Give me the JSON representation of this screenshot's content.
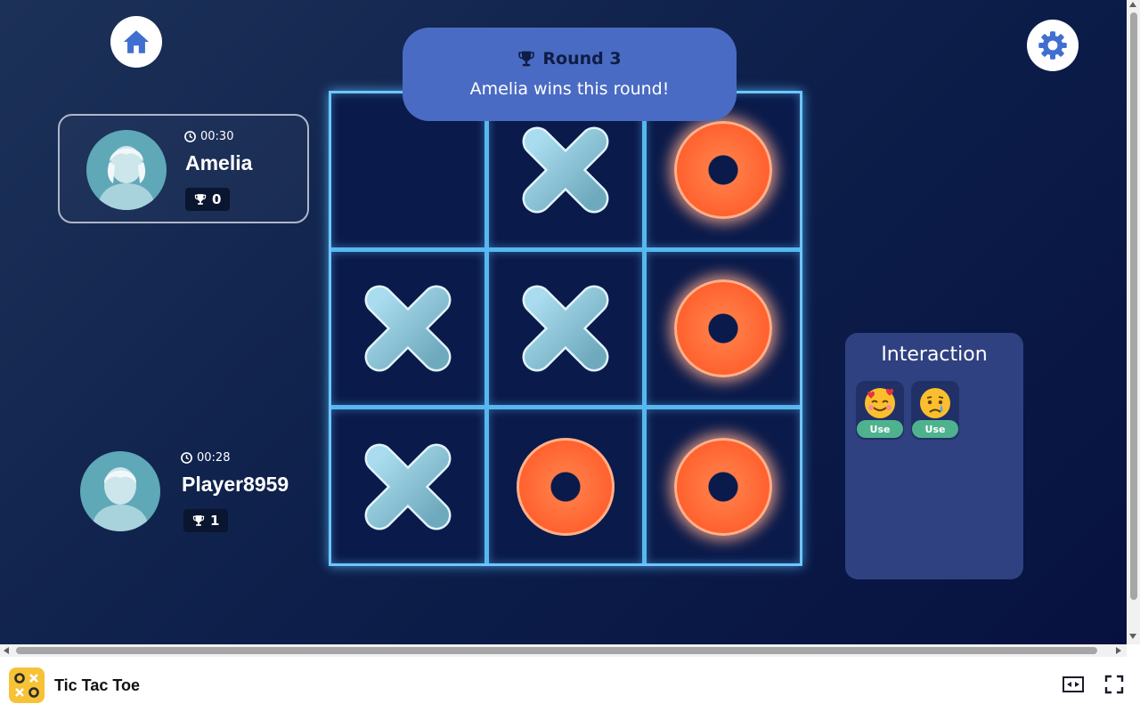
{
  "app": {
    "name": "Tic Tac Toe"
  },
  "round": {
    "title": "Round 3",
    "message": "Amelia wins this round!"
  },
  "players": [
    {
      "name": "Amelia",
      "timer": "00:30",
      "score": "0",
      "active": true
    },
    {
      "name": "Player8959",
      "timer": "00:28",
      "score": "1",
      "active": false
    }
  ],
  "board": {
    "cells": [
      "",
      "X",
      "O",
      "X",
      "X",
      "O",
      "X",
      "O",
      "O"
    ],
    "winning_cells": [
      2,
      5,
      8
    ]
  },
  "interaction": {
    "title": "Interaction",
    "emojis": [
      {
        "icon": "smiling-face-with-hearts-icon",
        "button_label": "Use"
      },
      {
        "icon": "crying-face-icon",
        "button_label": "Use"
      }
    ]
  },
  "colors": {
    "background": "#0d1f4a",
    "x_mark": "#8fcbe0",
    "o_mark": "#ff5a2a",
    "board_line": "#57b8f0",
    "banner": "#4a6bc3",
    "panel": "#2f4180",
    "use_button": "#4fb28e"
  }
}
